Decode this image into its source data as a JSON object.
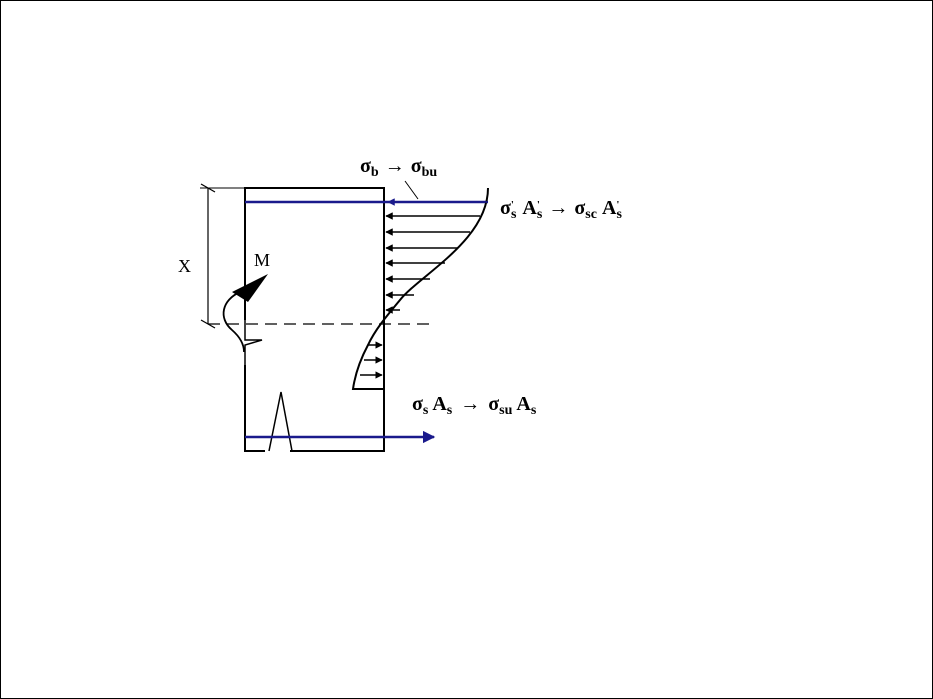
{
  "labels": {
    "concrete_stress": {
      "sigma": "σ",
      "sub": "b",
      "arrow": "→",
      "sigma2": "σ",
      "sub2": "bu"
    },
    "comp_steel": {
      "sigma": "σ",
      "prime1": "'",
      "sub1": "s",
      "a": "A",
      "prime2": "'",
      "sub2": "s",
      "arrow": "→",
      "sigma2": "σ",
      "sub3": "sc",
      "a2": "A",
      "prime3": "'",
      "sub4": "s"
    },
    "tens_steel": {
      "sigma": "σ",
      "sub1": "s",
      "a": "A",
      "sub2": "s",
      "arrow": "→",
      "sigma2": "σ",
      "sub3": "su",
      "a2": "A",
      "sub4": "s"
    },
    "neutral_axis_depth": "X",
    "moment": "M"
  },
  "colors": {
    "rebar": "#1a1a8c",
    "line": "#000000",
    "background": "#ffffff"
  }
}
